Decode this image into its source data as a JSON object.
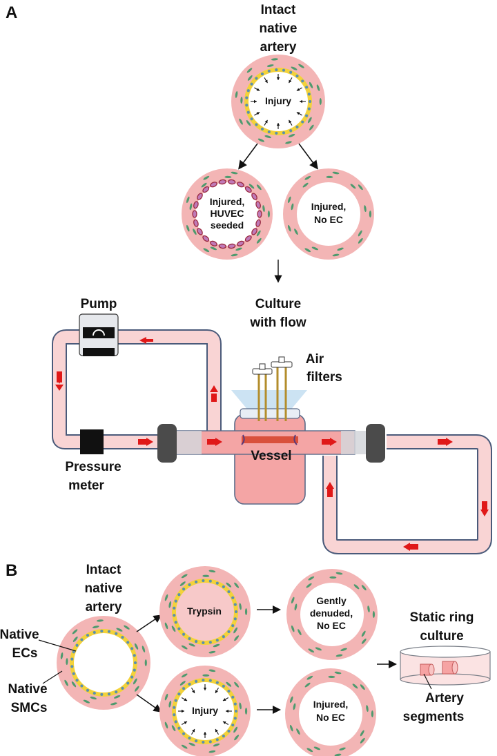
{
  "panel_a": {
    "letter": "A",
    "intact_label": [
      "Intact",
      "native",
      "artery"
    ],
    "injury_label": "Injury",
    "seeded_label": [
      "Injured,",
      "HUVEC",
      "seeded"
    ],
    "no_ec_label": [
      "Injured,",
      "No EC"
    ],
    "culture_label": [
      "Culture",
      "with flow"
    ],
    "pump_label": "Pump",
    "air_filters_label": [
      "Air",
      "filters"
    ],
    "pressure_label": [
      "Pressure",
      "meter"
    ],
    "vessel_label": "Vessel"
  },
  "panel_b": {
    "letter": "B",
    "intact_label": [
      "Intact",
      "native",
      "artery"
    ],
    "native_ecs_label": [
      "Native",
      "ECs"
    ],
    "native_smcs_label": [
      "Native",
      "SMCs"
    ],
    "trypsin_label": "Trypsin",
    "injury_label": "Injury",
    "gently_label": [
      "Gently",
      "denuded,",
      "No EC"
    ],
    "injured_label": [
      "Injured,",
      "No EC"
    ],
    "static_label": [
      "Static ring",
      "culture"
    ],
    "segments_label": [
      "Artery",
      "segments"
    ]
  },
  "colors": {
    "tissue": "#f3b5b5",
    "tissue_inner": "#f7c9c9",
    "smc": "#4e9a6e",
    "ec_ring": "#f3d23a",
    "ec_nucleus": "#5a8fb0",
    "huvec": "#9a2a40",
    "flow_arrow": "#e01818",
    "tube_fill": "#f9d4d4",
    "tube_border": "#4a5a7a"
  },
  "icons": [
    "pump-icon",
    "air-filter-icon",
    "flow-arrow-icon",
    "culture-dish-icon"
  ]
}
